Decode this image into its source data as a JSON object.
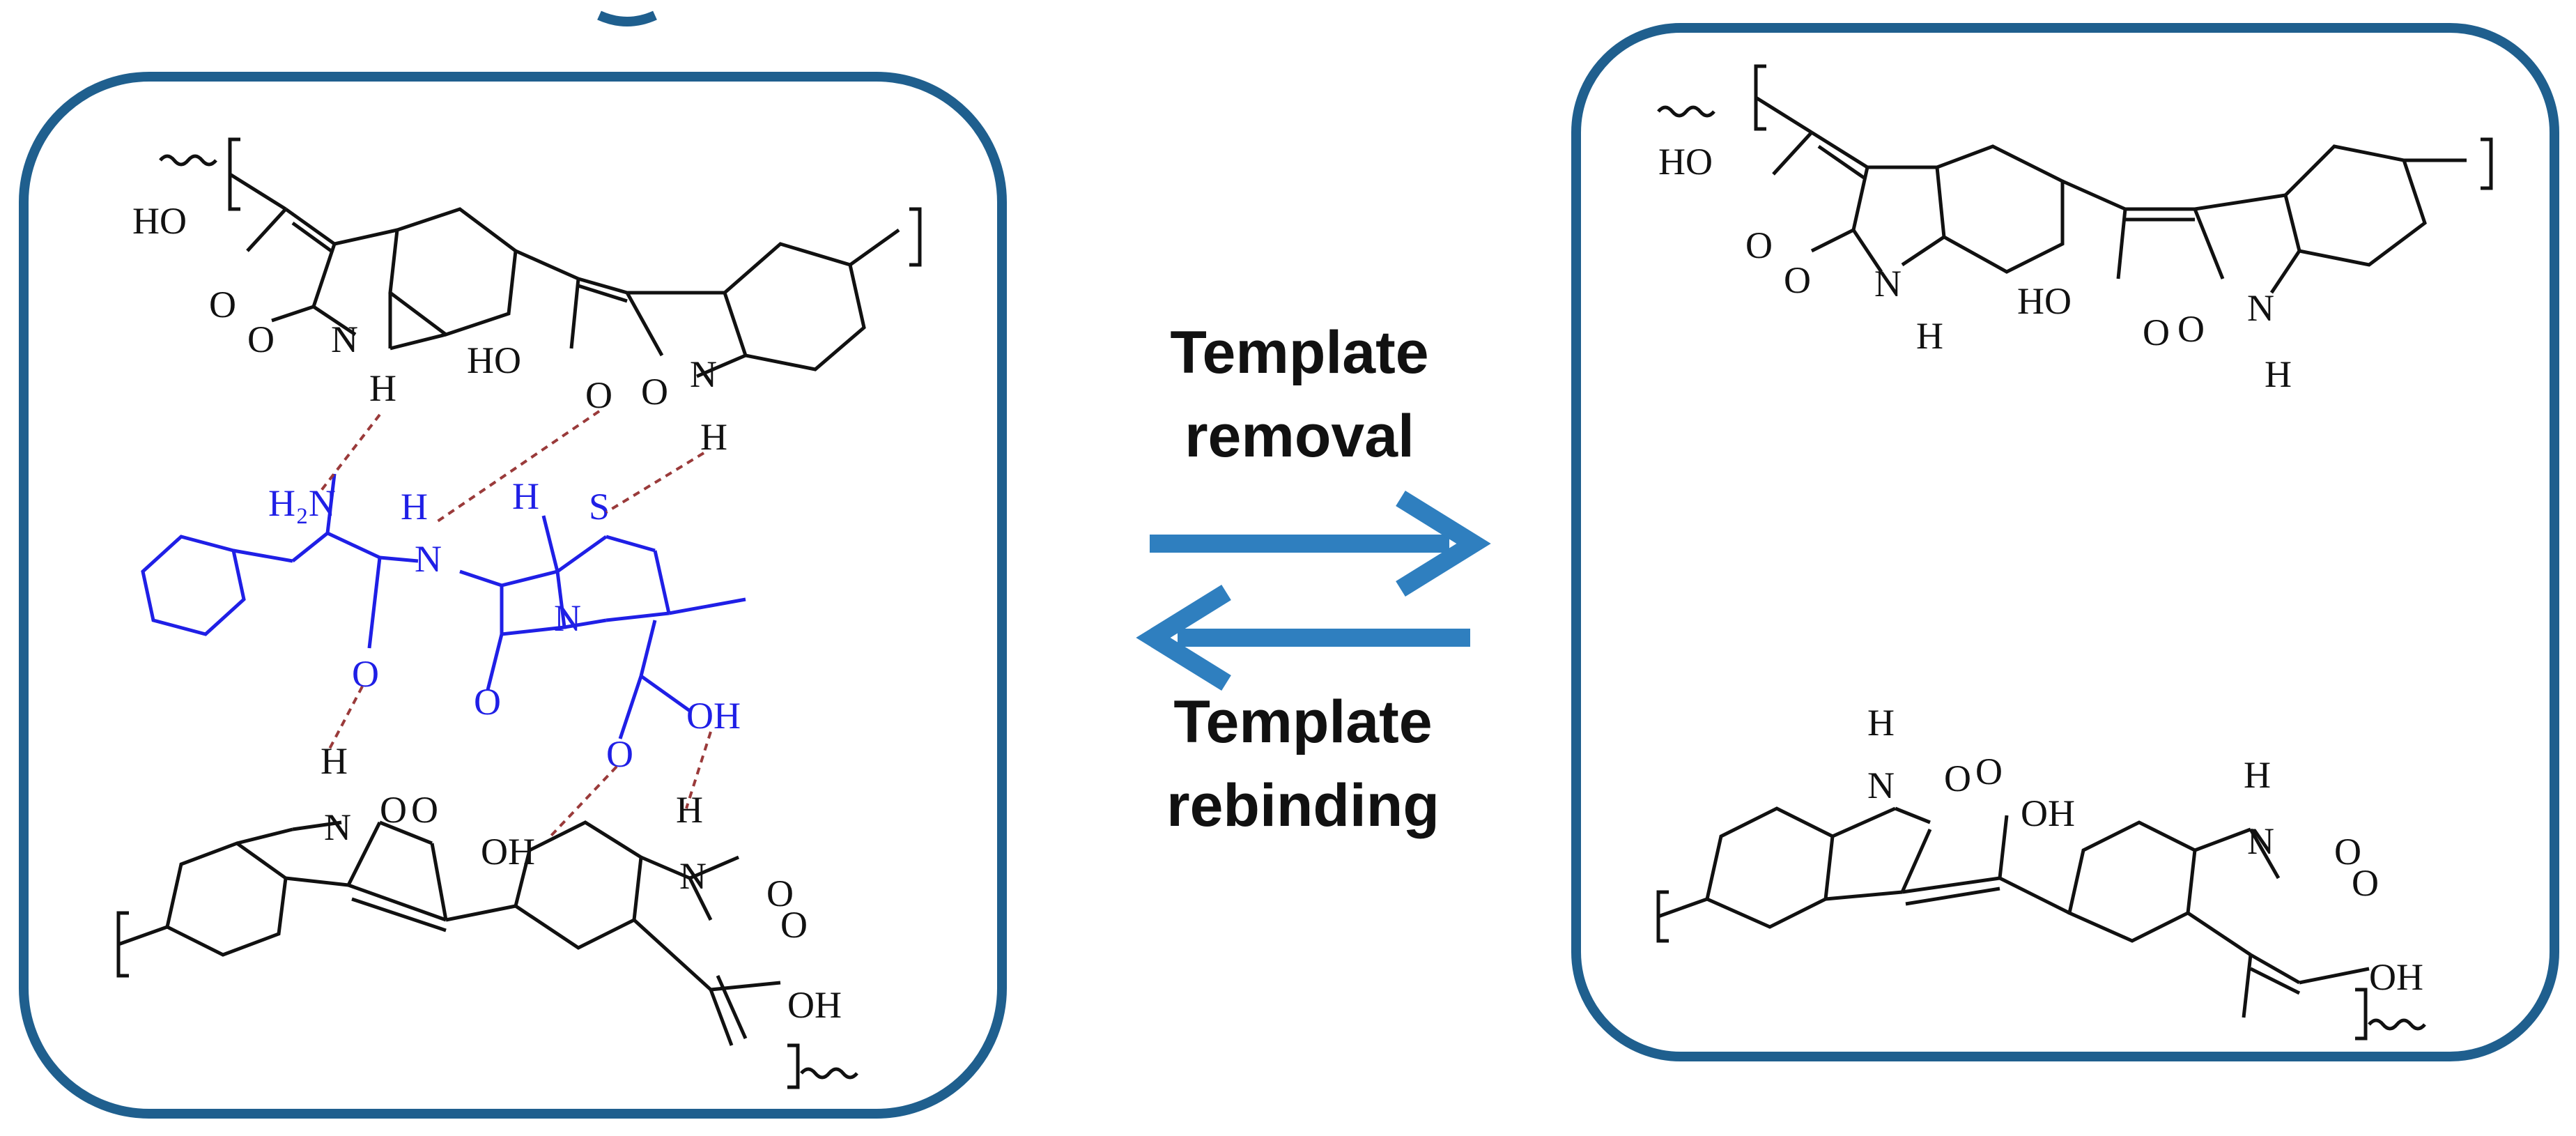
{
  "labels": {
    "removal_line1": "Template",
    "removal_line2": "removal",
    "rebinding_line1": "Template",
    "rebinding_line2": "rebinding"
  },
  "atoms": {
    "HO": "HO",
    "OH": "OH",
    "O": "O",
    "N": "N",
    "H": "H",
    "S": "S",
    "H2N": "H₂N"
  },
  "colors": {
    "frame": "#1f5f8e",
    "arrow": "#2f7fbf",
    "template": "#1f1fe6",
    "polymer": "#111111",
    "hbond": "#9a3a3a"
  }
}
